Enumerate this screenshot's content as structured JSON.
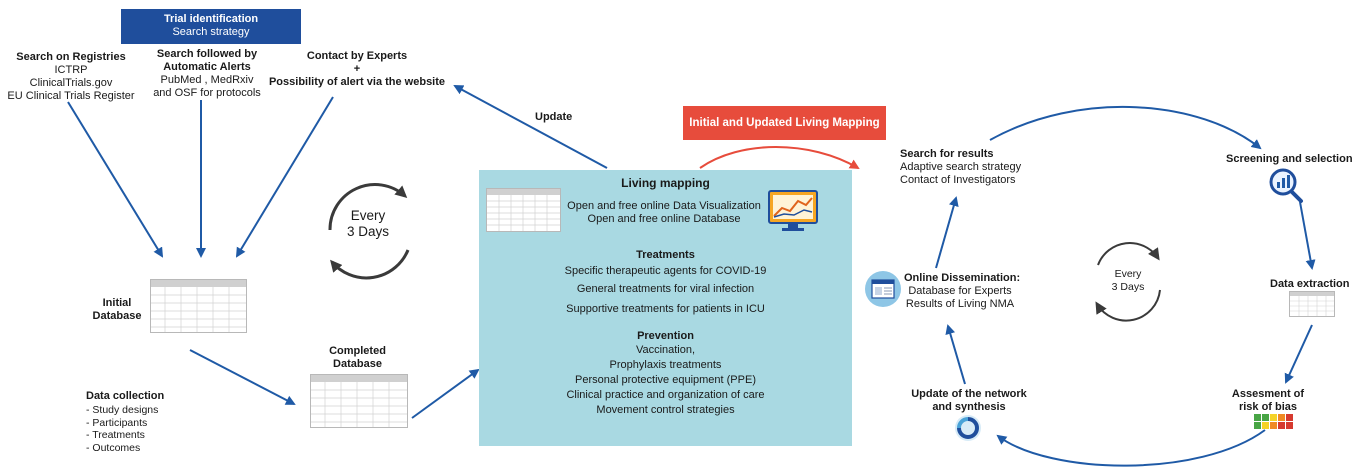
{
  "trial_identification": {
    "title": "Trial identification",
    "subtitle": "Search strategy"
  },
  "search_registries": {
    "title": "Search on Registries",
    "lines": [
      "ICTRP",
      "ClinicalTrials.gov",
      "EU Clinical Trials Register"
    ]
  },
  "search_alerts": {
    "title_lines": [
      "Search followed by",
      "Automatic Alerts"
    ],
    "lines": [
      "PubMed , MedRxiv",
      "and OSF for protocols"
    ]
  },
  "contact_experts": {
    "line1": "Contact by Experts",
    "line2": "+",
    "line3": "Possibility of alert via the website"
  },
  "update_label": "Update",
  "living_badge": "Initial and Updated Living Mapping",
  "left_cycle": {
    "line1": "Every",
    "line2": "3 Days"
  },
  "initial_db": {
    "line1": "Initial",
    "line2": "Database"
  },
  "completed_db": {
    "line1": "Completed",
    "line2": "Database"
  },
  "data_collection": {
    "title": "Data collection",
    "items": [
      "- Study designs",
      "- Participants",
      "- Treatments",
      "- Outcomes"
    ]
  },
  "living_mapping": {
    "title": "Living mapping",
    "lines": [
      "Open and free online Data Visualization",
      "Open and free online Database"
    ],
    "treatments_title": "Treatments",
    "treatments": [
      "Specific therapeutic agents for COVID-19",
      "General treatments for viral infection",
      "Supportive treatments for patients in ICU"
    ],
    "prevention_title": "Prevention",
    "prevention": [
      "Vaccination,",
      "Prophylaxis treatments",
      "Personal protective equipment (PPE)",
      "Clinical practice and organization of care",
      "Movement control strategies"
    ]
  },
  "search_results": {
    "title": "Search for results",
    "lines": [
      "Adaptive search strategy",
      "Contact of Investigators"
    ]
  },
  "screening": "Screening and selection",
  "online_dissemination": {
    "title": "Online Dissemination:",
    "lines": [
      "Database for Experts",
      "Results of Living NMA"
    ]
  },
  "right_cycle": {
    "line1": "Every",
    "line2": "3 Days"
  },
  "data_extraction": "Data extraction",
  "risk_of_bias": {
    "line1": "Assesment of",
    "line2": "risk of bias"
  },
  "update_network": {
    "line1": "Update of  the network",
    "line2": "and  synthesis"
  },
  "colors": {
    "navy": "#1f4e9c",
    "teal_box": "#a9d9e2",
    "badge_red": "#e74c3c",
    "arrow_blue": "#1f5aa6"
  },
  "icons": [
    "cycle-arrows-icon",
    "monitor-chart-icon",
    "magnifier-chart-icon",
    "browser-window-icon",
    "refresh-icon",
    "risk-grid-icon"
  ]
}
